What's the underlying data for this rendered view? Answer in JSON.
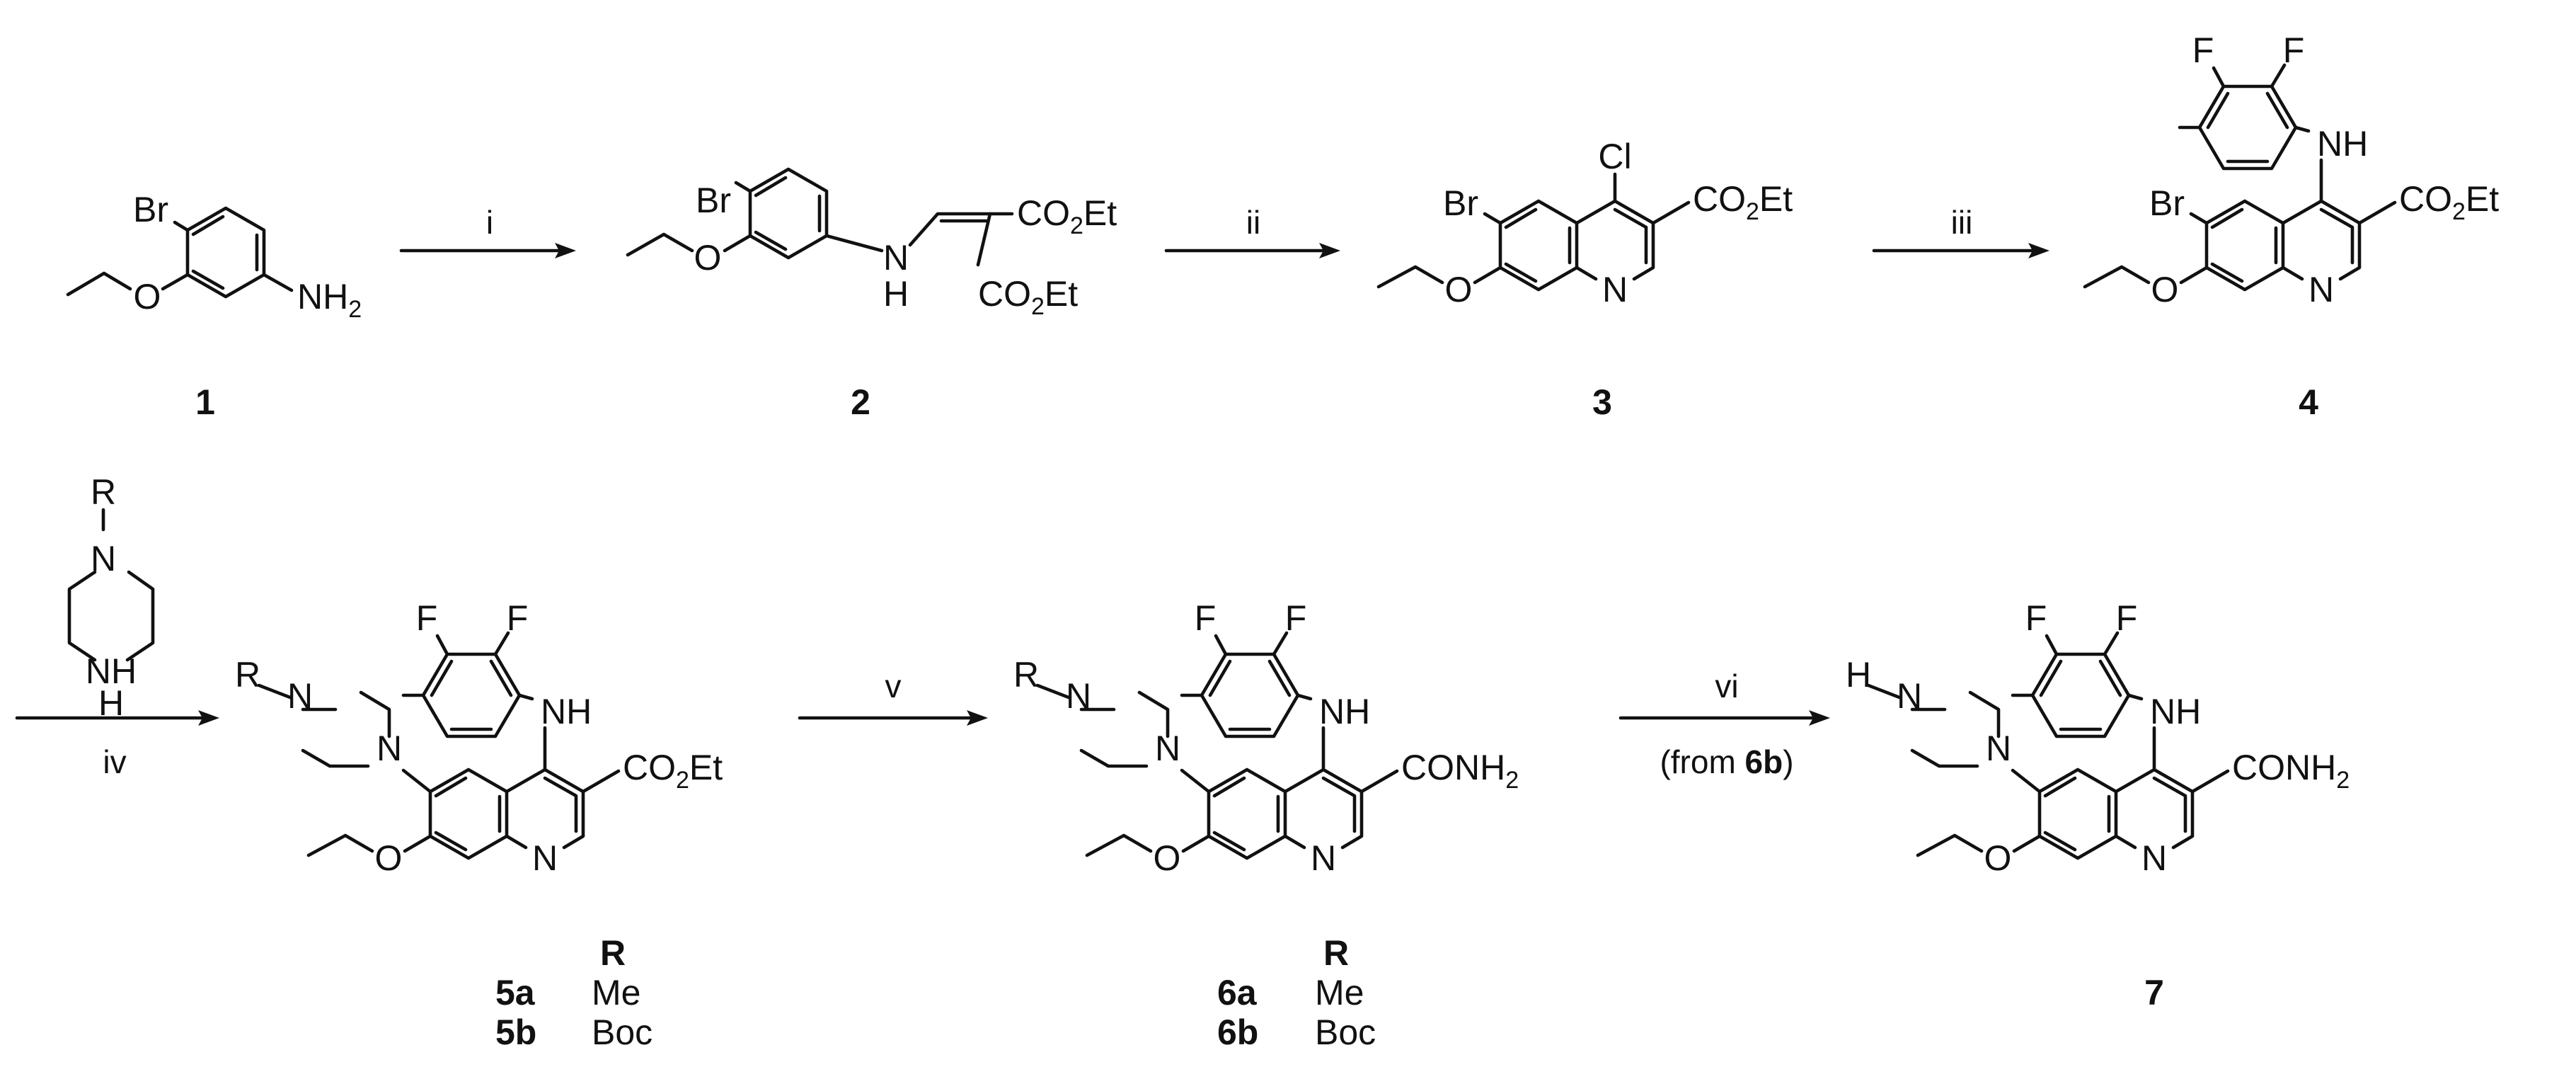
{
  "compounds": {
    "c1": {
      "label": "1"
    },
    "c2": {
      "label": "2"
    },
    "c3": {
      "label": "3"
    },
    "c4": {
      "label": "4"
    },
    "c7": {
      "label": "7"
    }
  },
  "steps": {
    "i": "i",
    "ii": "ii",
    "iii": "iii",
    "iv": "iv",
    "v": "v",
    "vi": "vi",
    "vi_note": {
      "open": "(from ",
      "ref": "6b",
      "close": ")"
    }
  },
  "substituent_tables": [
    {
      "header": "R",
      "rows": [
        {
          "compound": "5a",
          "r": "Me"
        },
        {
          "compound": "5b",
          "r": "Boc"
        }
      ]
    },
    {
      "header": "R",
      "rows": [
        {
          "compound": "6a",
          "r": "Me"
        },
        {
          "compound": "6b",
          "r": "Boc"
        }
      ]
    }
  ],
  "atoms": {
    "br": "Br",
    "cl": "Cl",
    "f": "F",
    "n": "N",
    "nh": "NH",
    "h": "H",
    "r": "R",
    "o": "O",
    "nh2": {
      "main": "NH",
      "sub": "2"
    },
    "co2et": {
      "a": "CO",
      "sub": "2",
      "b": "Et"
    },
    "conh2": {
      "main": "CONH",
      "sub": "2"
    }
  }
}
